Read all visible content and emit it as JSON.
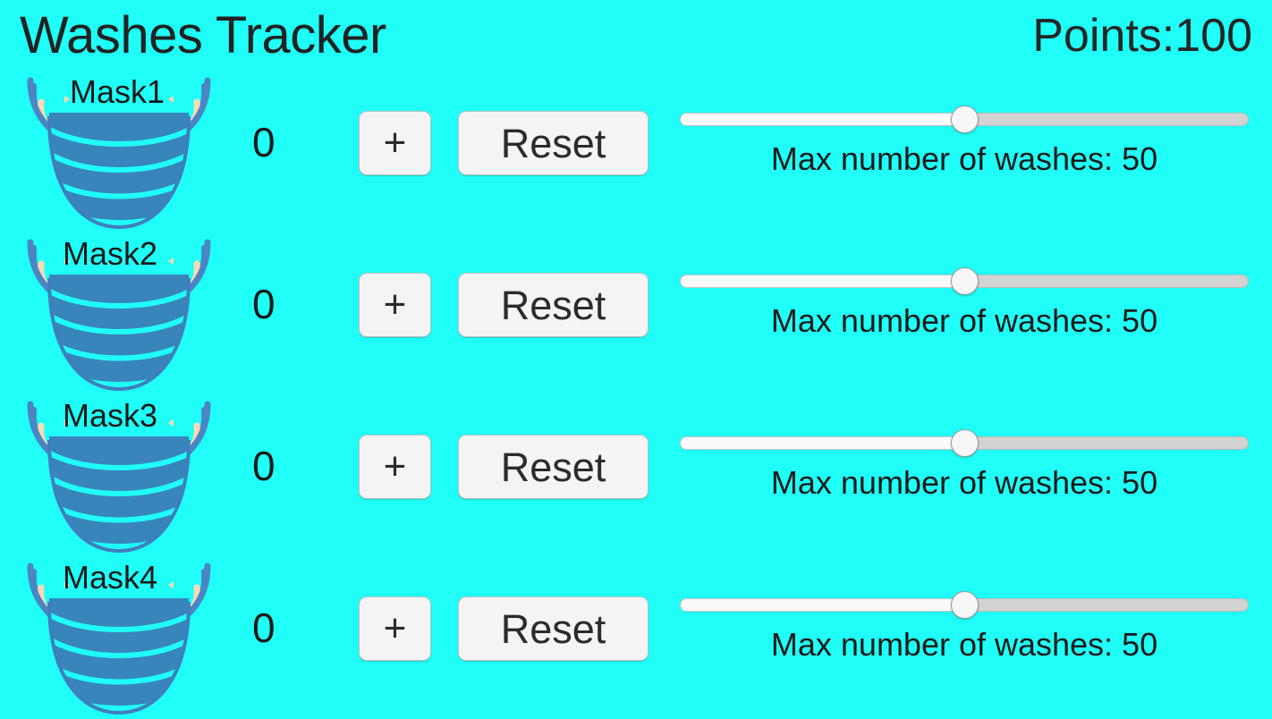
{
  "app": {
    "background_color": "#1ffff7",
    "title": "Washes Tracker"
  },
  "header": {
    "title": "Washes Tracker",
    "points_label": "Points:",
    "points_value": "100",
    "points_text": "Points:100"
  },
  "labels": {
    "increment": "+",
    "reset": "Reset",
    "max_washes_prefix": "Max number of washes: "
  },
  "colors": {
    "background": "#1ffff7",
    "mask_body": "#3885bc",
    "mask_outline": "#3f7fbe",
    "mask_strap": "#ffd9b3",
    "button_face": "#f4f4f4",
    "button_border": "#bfbfbf",
    "text": "#1a1a1a",
    "slider_track": "#d3d3d3",
    "slider_fill": "#fafafa",
    "slider_thumb": "#f7f7f7"
  },
  "rows": [
    {
      "mask_name": "Mask1",
      "count": "0",
      "increment_label": "+",
      "reset_label": "Reset",
      "slider_value": 50,
      "slider_min": 0,
      "slider_max": 100,
      "slider_percent": 50,
      "max_washes_caption": "Max number of washes: 50"
    },
    {
      "mask_name": "Mask2",
      "count": "0",
      "increment_label": "+",
      "reset_label": "Reset",
      "slider_value": 50,
      "slider_min": 0,
      "slider_max": 100,
      "slider_percent": 50,
      "max_washes_caption": "Max number of washes: 50"
    },
    {
      "mask_name": "Mask3",
      "count": "0",
      "increment_label": "+",
      "reset_label": "Reset",
      "slider_value": 50,
      "slider_min": 0,
      "slider_max": 100,
      "slider_percent": 50,
      "max_washes_caption": "Max number of washes: 50"
    },
    {
      "mask_name": "Mask4",
      "count": "0",
      "increment_label": "+",
      "reset_label": "Reset",
      "slider_value": 50,
      "slider_min": 0,
      "slider_max": 100,
      "slider_percent": 50,
      "max_washes_caption": "Max number of washes: 50"
    }
  ]
}
